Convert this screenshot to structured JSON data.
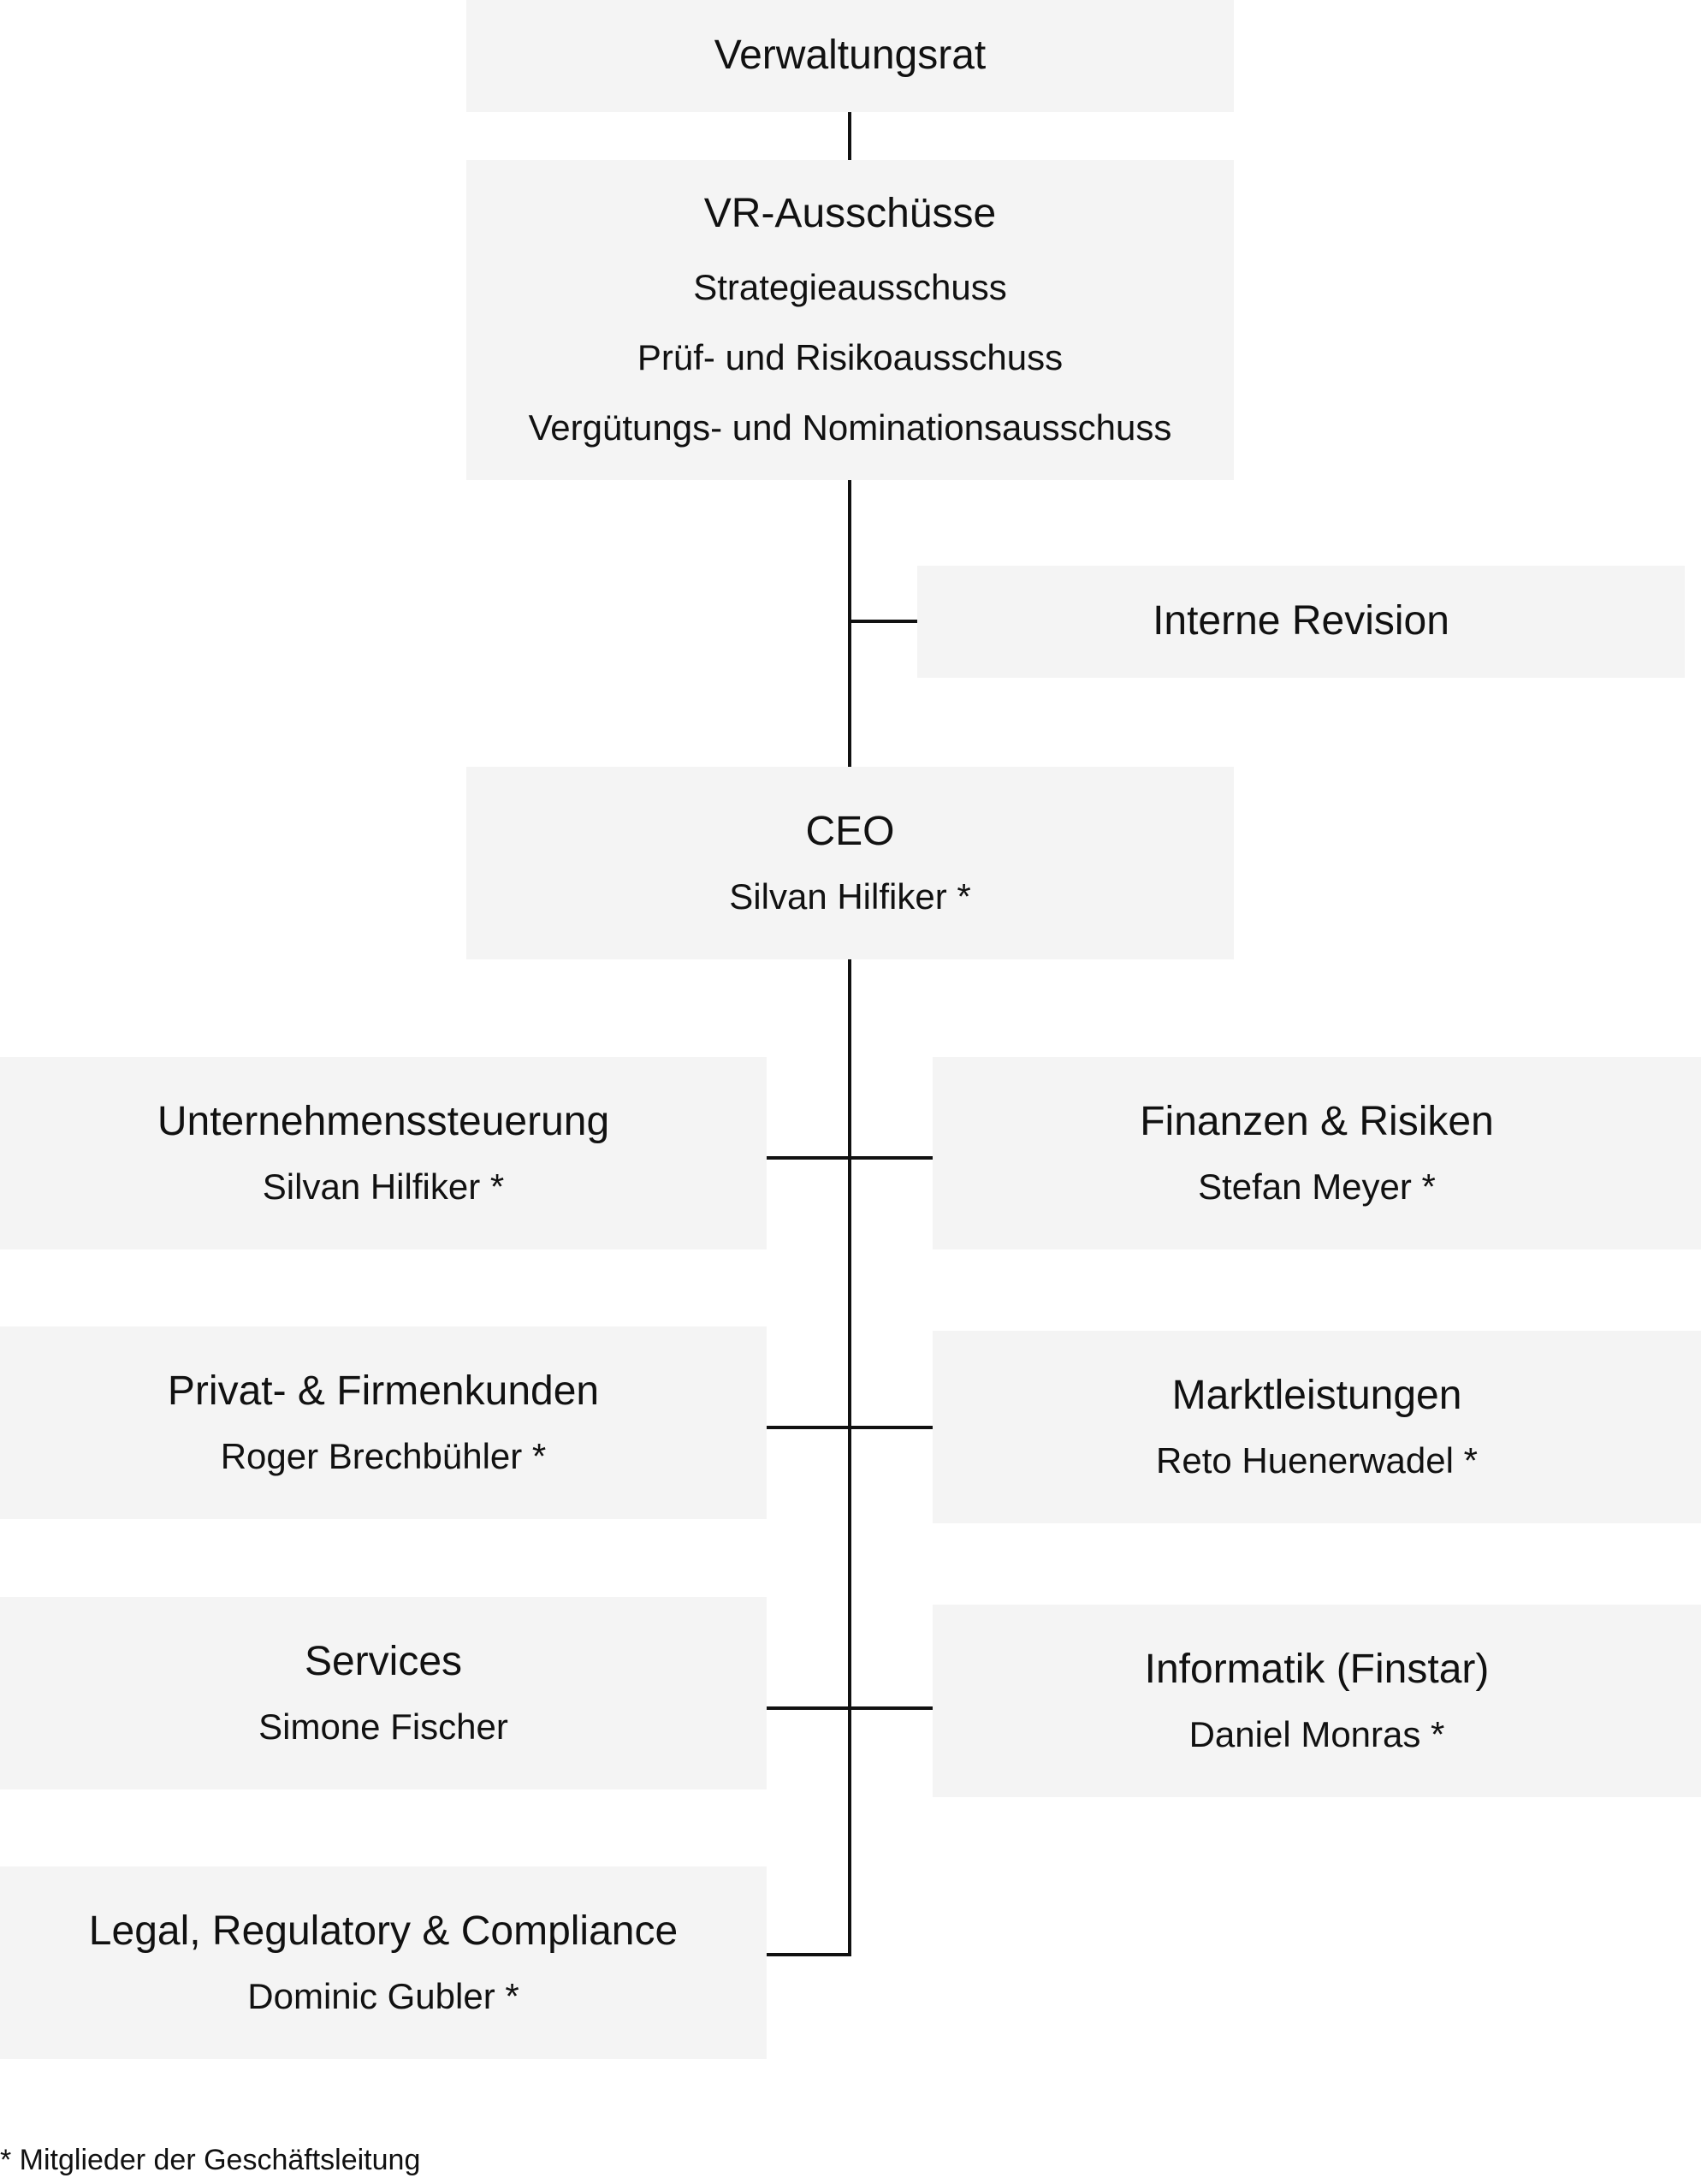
{
  "verwaltungsrat": {
    "title": "Verwaltungsrat"
  },
  "ausschuesse": {
    "title": "VR-Ausschüsse",
    "items": [
      "Strategieausschuss",
      "Prüf- und Risikoausschuss",
      "Vergütungs- und Nominationsausschuss"
    ]
  },
  "revision": {
    "title": "Interne Revision"
  },
  "ceo": {
    "title": "CEO",
    "name": "Silvan Hilfiker *"
  },
  "left_units": [
    {
      "title": "Unternehmenssteuerung",
      "name": "Silvan Hilfiker *"
    },
    {
      "title": "Privat- & Firmenkunden",
      "name": "Roger Brechbühler *"
    },
    {
      "title": "Services",
      "name": "Simone Fischer"
    },
    {
      "title": "Legal, Regulatory & Compliance",
      "name": "Dominic Gubler *"
    }
  ],
  "right_units": [
    {
      "title": "Finanzen & Risiken",
      "name": "Stefan Meyer *"
    },
    {
      "title": "Marktleistungen",
      "name": "Reto Huenerwadel *"
    },
    {
      "title": "Informatik (Finstar)",
      "name": "Daniel Monras *"
    }
  ],
  "footnote": "* Mitglieder der Geschäftsleitung"
}
